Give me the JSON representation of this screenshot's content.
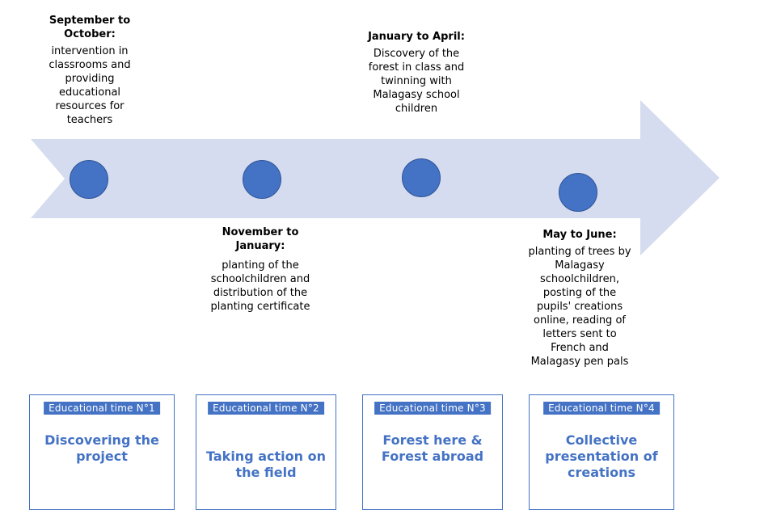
{
  "colors": {
    "arrow": "#d6dcef",
    "accent": "#4472c4"
  },
  "timeline": [
    {
      "period": "September to October:",
      "description": "intervention in classrooms and providing educational resources for teachers"
    },
    {
      "period": "November to January:",
      "description": "planting of the schoolchildren and distribution of the planting certificate"
    },
    {
      "period": "January to April:",
      "description": "Discovery of the forest in class and twinning with Malagasy school children"
    },
    {
      "period": "May to June:",
      "description": "planting of trees by Malagasy schoolchildren, posting of the pupils' creations online, reading of letters sent to French and Malagasy pen pals"
    }
  ],
  "stages": [
    {
      "tag": "Educational time N°1",
      "title": "Discovering the project"
    },
    {
      "tag": "Educational time N°2",
      "title": "Taking action on the field"
    },
    {
      "tag": "Educational time N°3",
      "title": "Forest here & Forest abroad"
    },
    {
      "tag": "Educational time N°4",
      "title": "Collective presentation of creations"
    }
  ]
}
